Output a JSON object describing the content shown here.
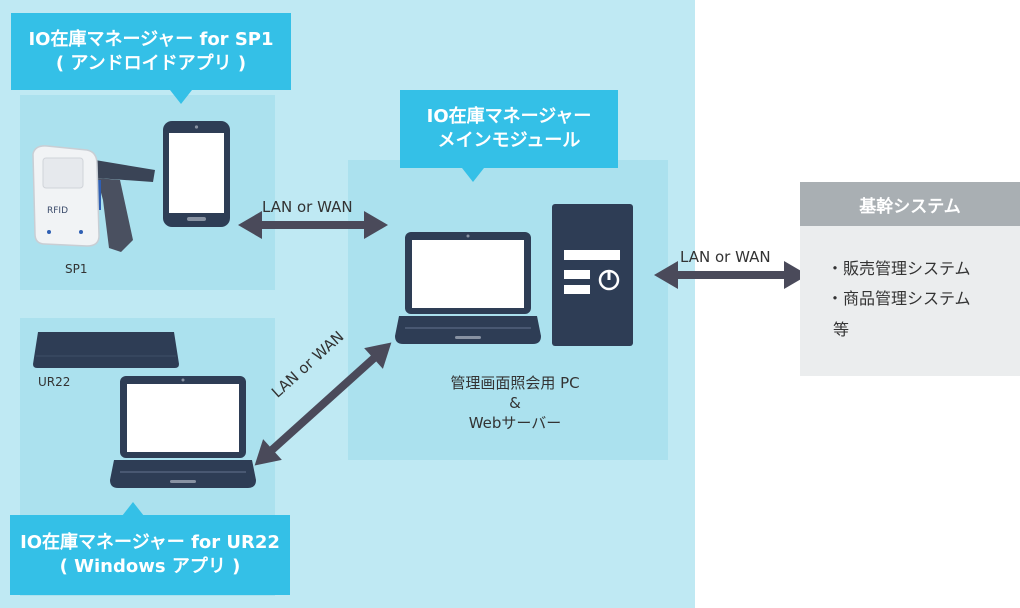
{
  "callouts": {
    "sp1": {
      "line1": "IO在庫マネージャー for SP1",
      "line2": "( アンドロイドアプリ )"
    },
    "main": {
      "line1": "IO在庫マネージャー",
      "line2": "メインモジュール"
    },
    "ur22": {
      "line1": "IO在庫マネージャー for UR22",
      "line2": "( Windows アプリ )"
    }
  },
  "devices": {
    "sp1_label": "SP1",
    "sp1_device_text": "RFID",
    "ur22_label": "UR22"
  },
  "connections": {
    "sp1_to_main": "LAN or WAN",
    "ur22_to_main": "LAN or WAN",
    "main_to_core": "LAN or WAN"
  },
  "main_module": {
    "line1": "管理画面照会用 PC",
    "line2": "&",
    "line3": "Webサーバー"
  },
  "core_system": {
    "title": "基幹システム",
    "items": [
      "・販売管理システム",
      "・商品管理システム",
      "等"
    ]
  },
  "colors": {
    "background_area": "#bfe9f3",
    "panel": "#abe1ee",
    "callout": "#34c0e7",
    "device_dark": "#2e3d55",
    "arrow": "#4a4a5a",
    "core_header": "#a9afb3",
    "core_body": "#ebedee"
  }
}
